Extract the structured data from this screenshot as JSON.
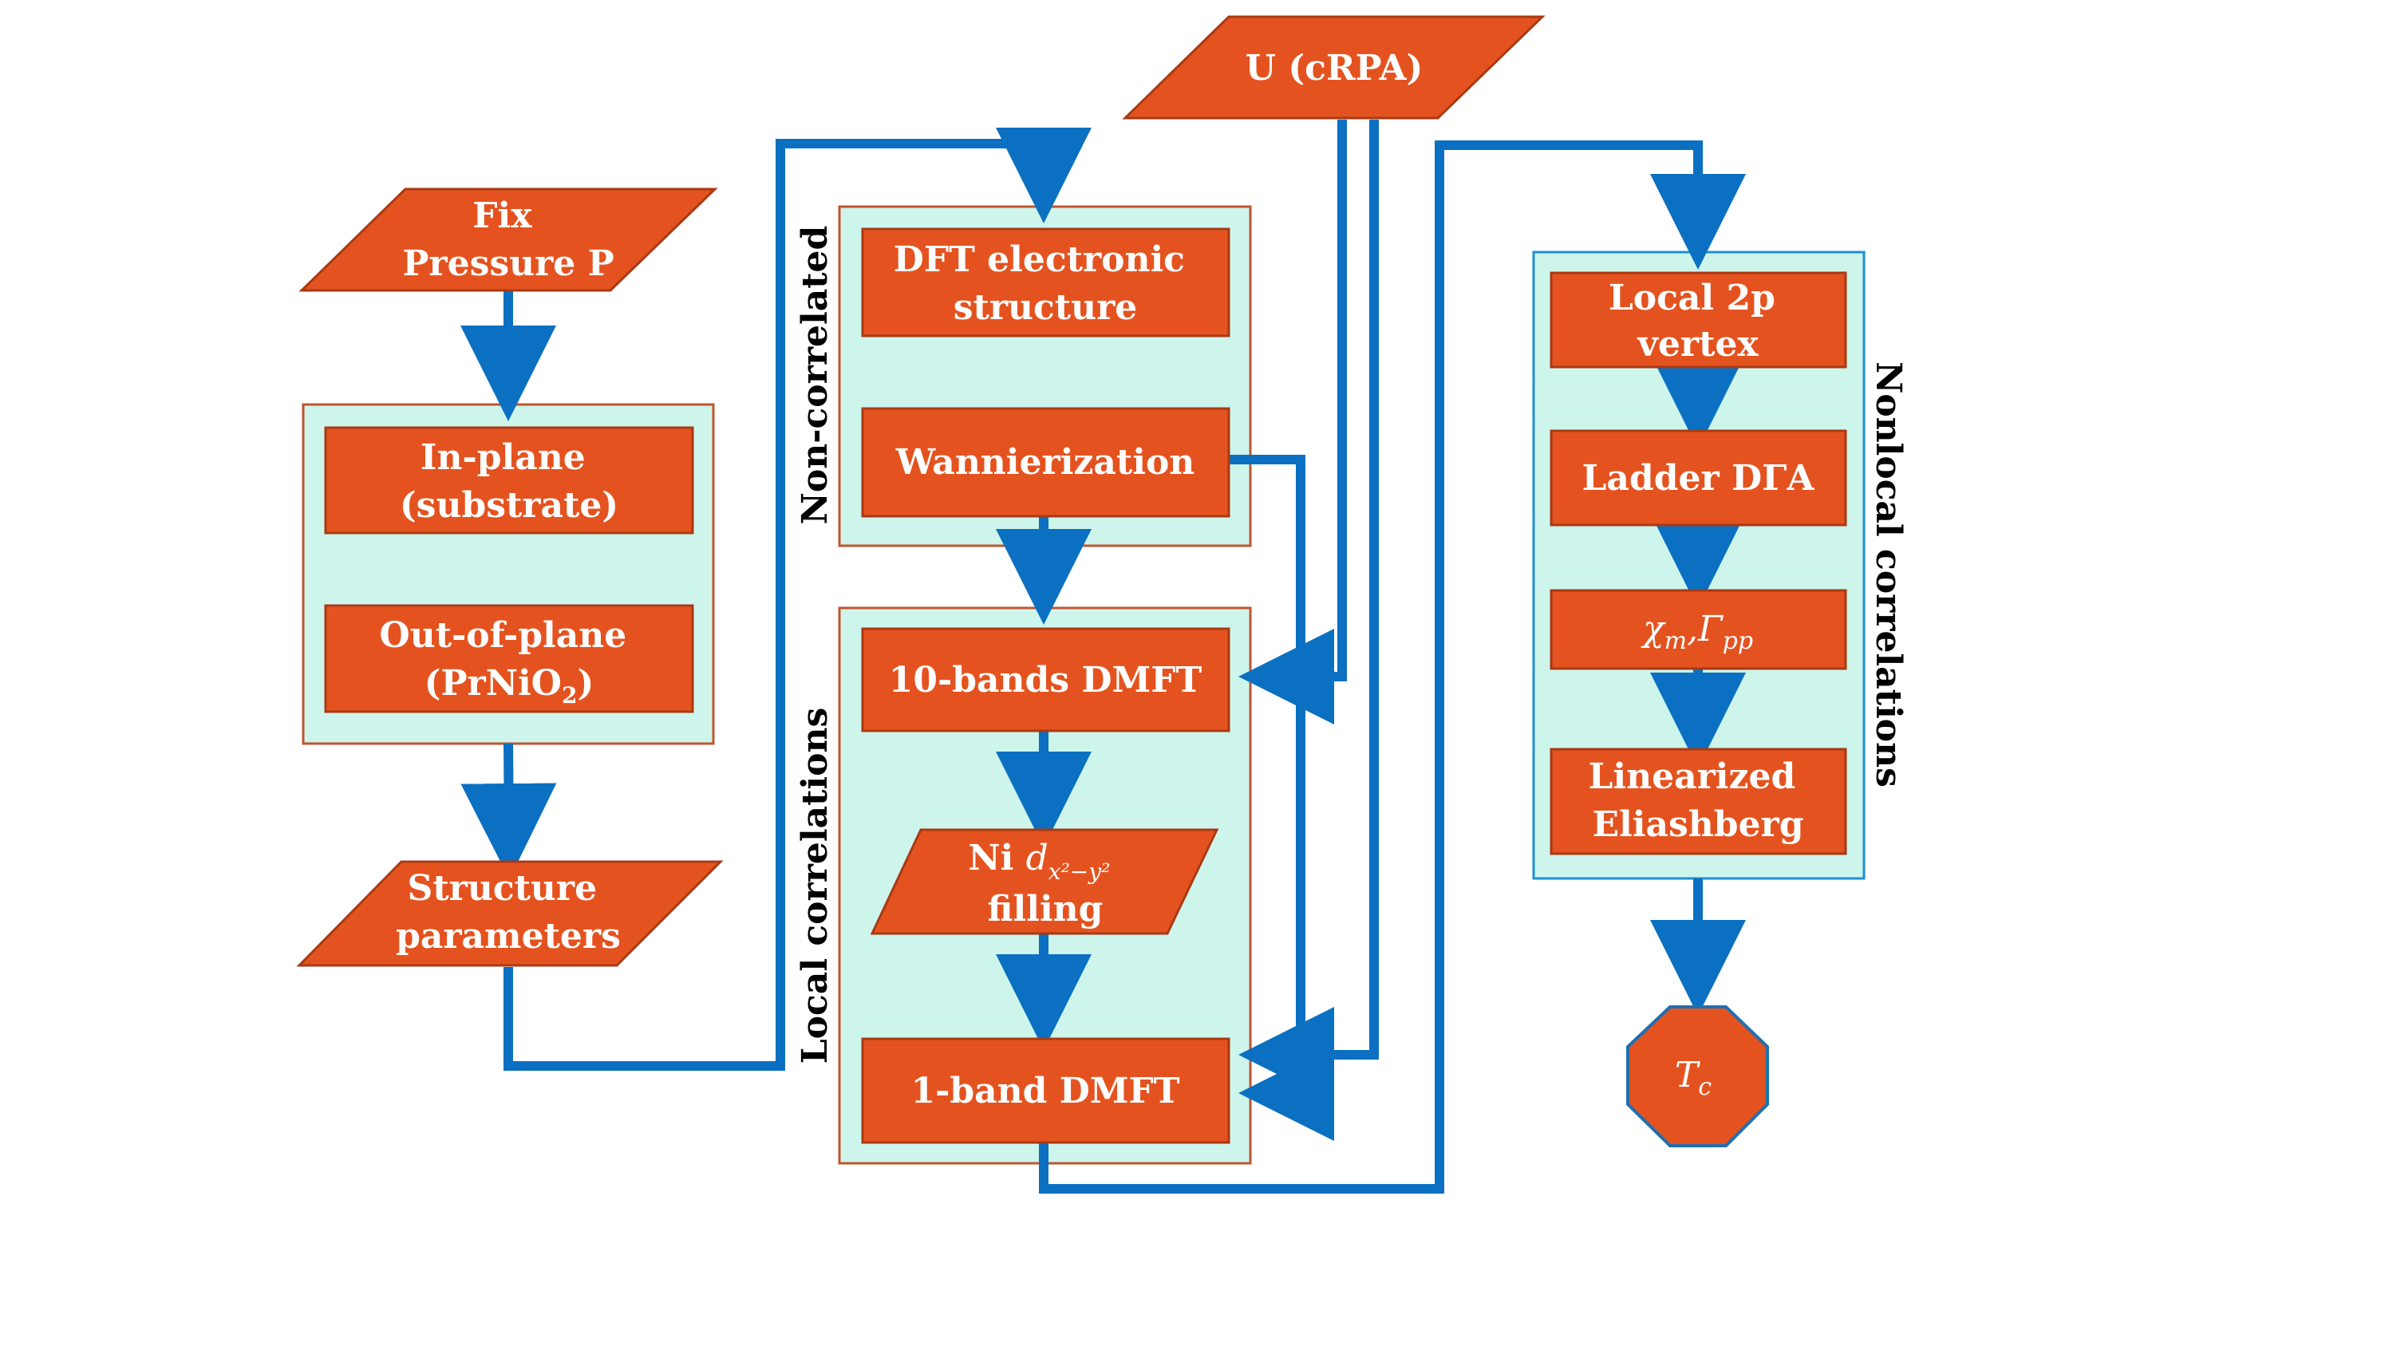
{
  "colors": {
    "node_fill": "#E4531F",
    "node_stroke": "#A83A14",
    "group_fill": "#CEF5EC",
    "group_stroke_left": "#C0552E",
    "group_stroke_right": "#1F8FD0",
    "arrow": "#0B70C1",
    "text": "#FFFFFF",
    "label": "#000000"
  },
  "nodes": {
    "fix_pressure": {
      "line1": "Fix",
      "line2": "Pressure P"
    },
    "in_plane": {
      "line1": "In-plane",
      "line2": "(substrate)"
    },
    "out_of_plane": {
      "line1": "Out-of-plane",
      "line2a": "(PrNiO",
      "line2sub": "2",
      "line2b": ")"
    },
    "structure_parameters": {
      "line1": "Structure",
      "line2": "parameters"
    },
    "dft": {
      "line1": "DFT electronic",
      "line2": "structure"
    },
    "wannierization": {
      "label": "Wannierization"
    },
    "u_crpa": {
      "label": "U (cRPA)"
    },
    "ten_band_dmft": {
      "label": "10-bands DMFT"
    },
    "ni_filling": {
      "prefix": "Ni ",
      "d": "d",
      "sub": "x²−y²",
      "line2": "filling"
    },
    "one_band_dmft": {
      "label": "1-band DMFT"
    },
    "local_vertex": {
      "line1": "Local 2p",
      "line2": "vertex"
    },
    "ladder": {
      "label": "Ladder DΓA"
    },
    "chi_gamma": {
      "chi": "χ",
      "chi_sub": "m",
      "comma": ",",
      "gamma": "Γ",
      "gamma_sub": "pp"
    },
    "eliashberg": {
      "line1": "Linearized",
      "line2": "Eliashberg"
    },
    "tc": {
      "t": "T",
      "sub": "c"
    }
  },
  "groups": {
    "non_correlated": "Non-correlated",
    "local_correlations": "Local correlations",
    "nonlocal_correlations": "Nonlocal correlations"
  }
}
